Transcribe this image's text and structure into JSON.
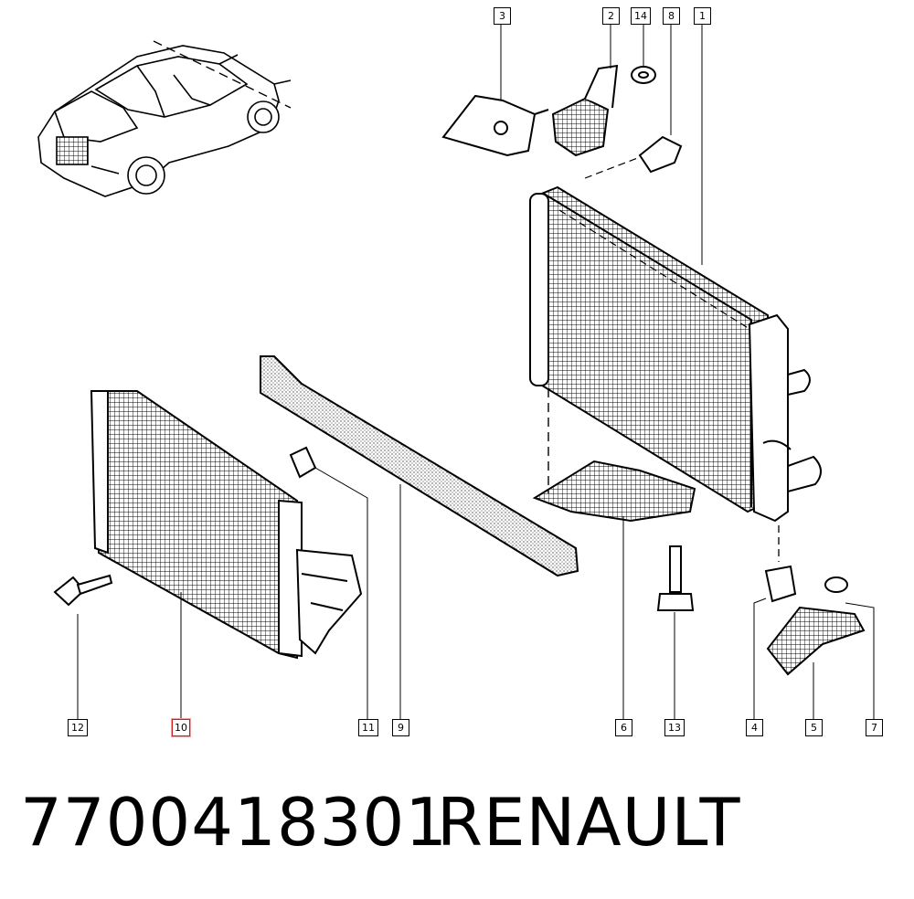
{
  "callouts": {
    "c1": "1",
    "c2": "2",
    "c3": "3",
    "c4": "4",
    "c5": "5",
    "c6": "6",
    "c7": "7",
    "c8": "8",
    "c9": "9",
    "c10": "10",
    "c11": "11",
    "c12": "12",
    "c13": "13",
    "c14": "14"
  },
  "caption": {
    "part_number": "7700418301",
    "brand": "RENAULT"
  },
  "colors": {
    "line": "#000000",
    "highlight": "#d21b1b",
    "background": "#ffffff"
  },
  "highlighted_callout": "10"
}
